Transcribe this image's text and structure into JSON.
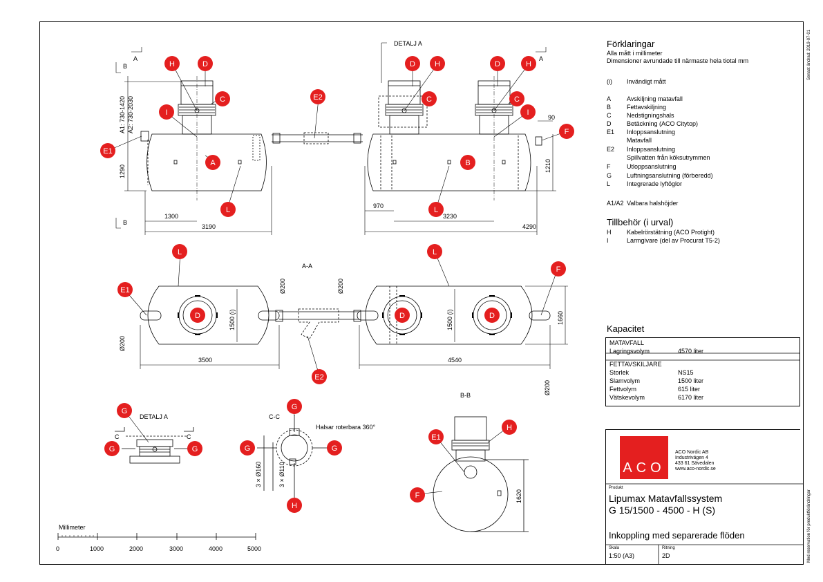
{
  "legend": {
    "title": "Förklaringar",
    "note1": "Alla mått i millimeter",
    "note2": "Dimensioner avrundade till närmaste hela tiotal mm",
    "items": [
      {
        "key": "(i)",
        "label": "Invändigt mått"
      },
      {
        "key": "A",
        "label": "Avskiljning matavfall"
      },
      {
        "key": "B",
        "label": "Fettavskiljning"
      },
      {
        "key": "C",
        "label": "Nedstigningshals"
      },
      {
        "key": "D",
        "label": "Betäckning (ACO Citytop)"
      },
      {
        "key": "E1",
        "label": "Inloppsanslutning"
      },
      {
        "key": "",
        "label": "Matavfall"
      },
      {
        "key": "E2",
        "label": "Inloppsanslutning"
      },
      {
        "key": "",
        "label": "Spillvatten från köksutrymmen"
      },
      {
        "key": "F",
        "label": "Utloppsanslutning"
      },
      {
        "key": "G",
        "label": "Luftningsanslutning (förberedd)"
      },
      {
        "key": "L",
        "label": "Integrerade lyftöglor"
      },
      {
        "key": "A1/A2",
        "label": "Valbara halshöjder"
      }
    ]
  },
  "accessories": {
    "title": "Tillbehör (i urval)",
    "items": [
      {
        "key": "H",
        "label": "Kabelrörstätning (ACO Protight)"
      },
      {
        "key": "I",
        "label": "Larmgivare (del av Procurat T5-2)"
      }
    ]
  },
  "capacity": {
    "title": "Kapacitet",
    "section1": "MATAVFALL",
    "s1_rows": [
      {
        "label": "Lagringsvolym",
        "value": "4570 liter"
      }
    ],
    "section2": "FETTAVSKILJARE",
    "s2_rows": [
      {
        "label": "Storlek",
        "value": "NS15"
      },
      {
        "label": "Slamvolym",
        "value": "1500 liter"
      },
      {
        "label": "Fettvolym",
        "value": "615 liter"
      },
      {
        "label": "Vätskevolym",
        "value": "6170 liter"
      }
    ]
  },
  "company": {
    "logo_text": "ACO",
    "name": "ACO Nordic AB",
    "street": "Industrivägen 4",
    "city": "433 61  Sävedalen",
    "web": "www.aco-nordic.se"
  },
  "product": {
    "label": "Produkt",
    "name": "Lipumax Matavfallssystem",
    "model": "G 15/1500 - 4500 - H (S)",
    "subtitle": "Inkoppling med separerade flöden"
  },
  "scale": {
    "label": "Skala",
    "value": "1:50 (A3)"
  },
  "drawing": {
    "label": "Ritning",
    "value": "2D"
  },
  "side_notes": {
    "revised": "Senast ändrad: 2019-07-01",
    "reservation": "Med reservation för produktförändringar"
  },
  "scalebar": {
    "title": "Millimeter",
    "ticks": [
      "0",
      "1000",
      "2000",
      "3000",
      "4000",
      "5000"
    ]
  },
  "views": {
    "section_aa": "A-A",
    "section_bb": "B-B",
    "section_cc": "C-C",
    "detail_a": "DETALJ A",
    "rotate_note": "Halsar roterbara 360°",
    "cut_a": "A",
    "cut_b": "B",
    "cut_c": "C"
  },
  "callouts": {
    "A": "A",
    "B": "B",
    "C": "C",
    "D": "D",
    "E1": "E1",
    "E2": "E2",
    "F": "F",
    "G": "G",
    "H": "H",
    "I": "I",
    "L": "L"
  },
  "dims": {
    "d1300": "1300",
    "d3190": "3190",
    "d970": "970",
    "d3230": "3230",
    "d4290": "4290",
    "d1290": "1290",
    "d1210": "1210",
    "d90": "90",
    "a1": "A1: 730-1420",
    "a2": "A2: 730-2030",
    "d3500": "3500",
    "d4540": "4540",
    "d1660": "1660",
    "d1500i": "1500 (i)",
    "o200": "Ø200",
    "d1620": "1620",
    "o160": "3 × Ø160",
    "o110": "3 × Ø110"
  }
}
